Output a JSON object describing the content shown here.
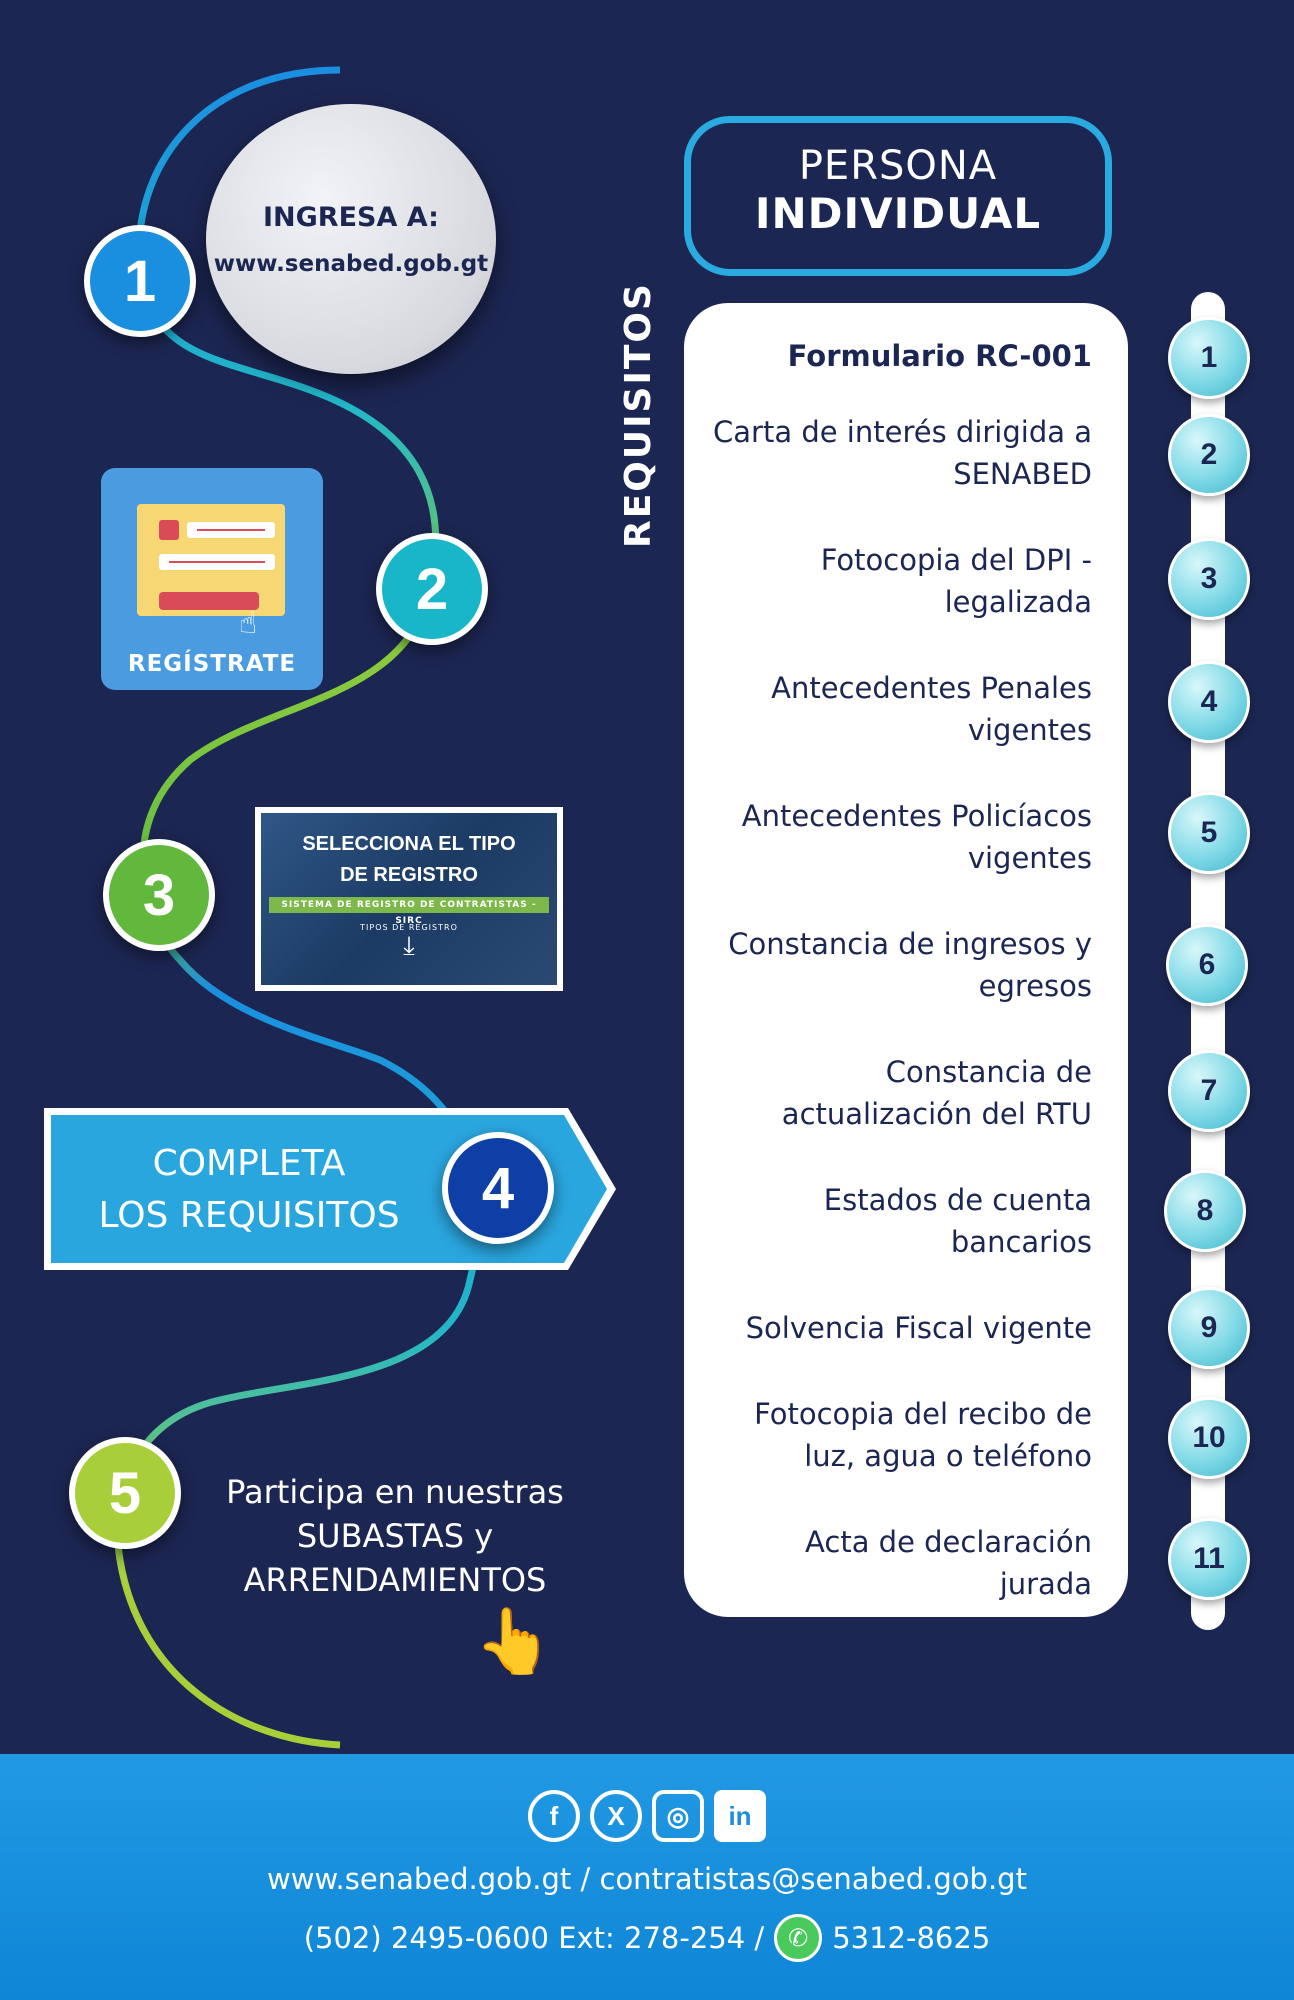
{
  "steps": {
    "step1": {
      "number": "1",
      "title": "INGRESA A:",
      "url": "www.senabed.gob.gt",
      "color": "#1a8fe0"
    },
    "step2": {
      "number": "2",
      "label": "REGÍSTRATE",
      "color": "#19b6c9"
    },
    "step3": {
      "number": "3",
      "title_line1": "SELECCIONA EL TIPO",
      "title_line2": "DE REGISTRO",
      "band": "SISTEMA DE REGISTRO DE CONTRATISTAS - SIRC",
      "sub": "TIPOS DE REGISTRO",
      "color": "#62b83d"
    },
    "step4": {
      "number": "4",
      "line1": "COMPLETA",
      "line2": "LOS REQUISITOS",
      "color": "#0d3fa6"
    },
    "step5": {
      "number": "5",
      "line1": "Participa en nuestras",
      "line2": "SUBASTAS y",
      "line3": "ARRENDAMIENTOS",
      "color": "#a8cf3a"
    }
  },
  "persona": {
    "line1": "PERSONA",
    "line2": "INDIVIDUAL"
  },
  "requisitos_label": "REQUISITOS",
  "requirements": [
    {
      "num": "1",
      "line1": "Formulario RC-001",
      "line2": ""
    },
    {
      "num": "2",
      "line1": "Carta de interés dirigida a",
      "line2": "SENABED"
    },
    {
      "num": "3",
      "line1": "Fotocopia del DPI -",
      "line2": "legalizada"
    },
    {
      "num": "4",
      "line1": "Antecedentes Penales",
      "line2": "vigentes"
    },
    {
      "num": "5",
      "line1": "Antecedentes Policíacos",
      "line2": "vigentes"
    },
    {
      "num": "6",
      "line1": "Constancia de ingresos y",
      "line2": "egresos"
    },
    {
      "num": "7",
      "line1": "Constancia de",
      "line2": "actualización del RTU"
    },
    {
      "num": "8",
      "line1": "Estados de cuenta",
      "line2": "bancarios"
    },
    {
      "num": "9",
      "line1": "Solvencia Fiscal vigente",
      "line2": ""
    },
    {
      "num": "10",
      "line1": "Fotocopia del recibo de",
      "line2": "luz, agua o teléfono"
    },
    {
      "num": "11",
      "line1": "Acta de declaración",
      "line2": "jurada"
    }
  ],
  "footer": {
    "icons": [
      "facebook-icon",
      "x-icon",
      "instagram-icon",
      "linkedin-icon"
    ],
    "line1": "www.senabed.gob.gt / contratistas@senabed.gob.gt",
    "phone": "(502) 2495-0600 Ext: 278-254 /",
    "whatsapp": "5312-8625"
  },
  "colors": {
    "background": "#1c2652",
    "accent": "#29aae1",
    "footer": "#1f8fdc"
  }
}
